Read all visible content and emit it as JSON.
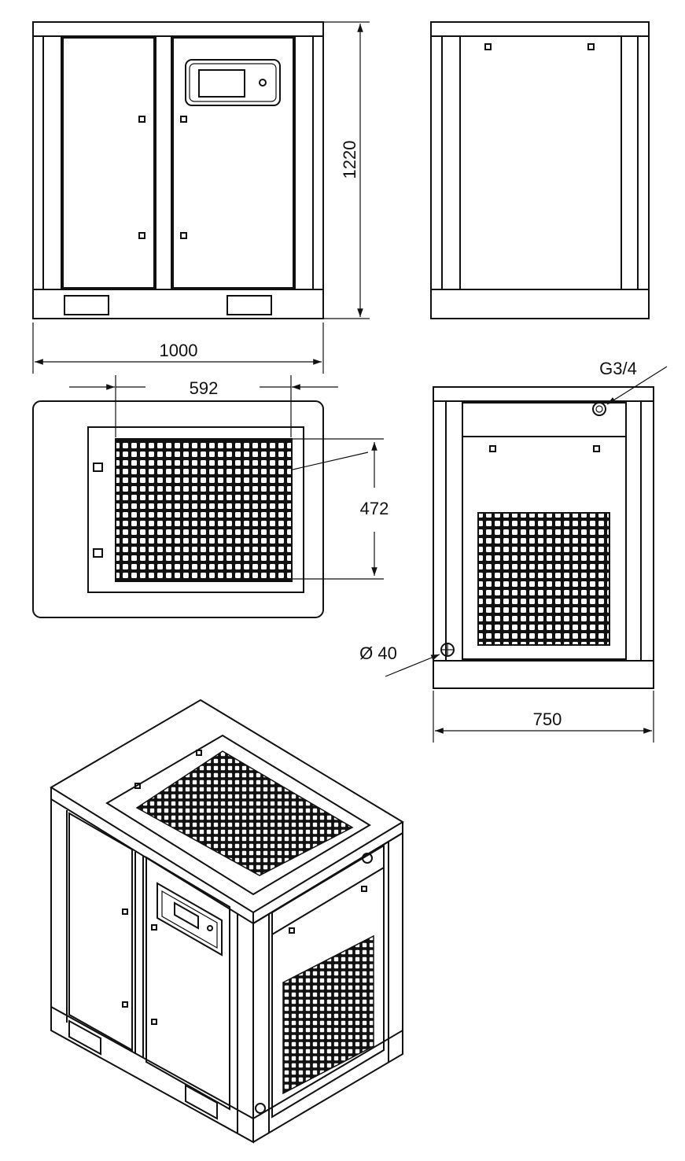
{
  "drawing": {
    "front_view": {
      "height_label": "1220",
      "width_label": "1000"
    },
    "side_view": {},
    "top_view": {
      "grille_width_label": "592",
      "grille_height_label": "472"
    },
    "back_view": {
      "outlet_label": "G3/4",
      "drain_label": "Ø 40",
      "depth_label": "750"
    },
    "isometric_view": {}
  },
  "colors": {
    "line": "#111111",
    "background": "#ffffff"
  }
}
